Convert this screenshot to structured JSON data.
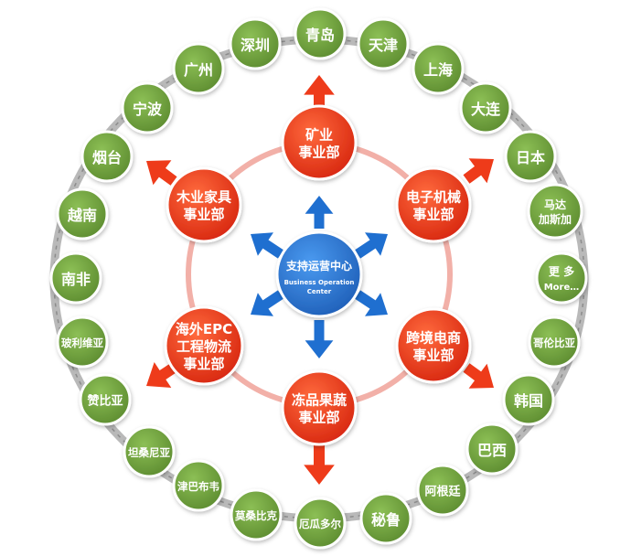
{
  "colors": {
    "city_fill": "#6b9a3a",
    "city_stroke": "#ffffff",
    "ring_chain": "#b9b9b9",
    "division_fill": "#e63a1c",
    "inner_ring": "#f2b0a8",
    "center_fill": "#2a78d2",
    "arrow_blue": "#1f6fd0",
    "arrow_red": "#ee3b1a"
  },
  "center": {
    "title": "支持运营中心",
    "subtitle_line1": "Business Operation",
    "subtitle_line2": "Center"
  },
  "divisions": [
    {
      "id": "mining",
      "line1": "矿业",
      "line2": "事业部"
    },
    {
      "id": "electronics",
      "line1": "电子机械",
      "line2": "事业部"
    },
    {
      "id": "ecommerce",
      "line1": "跨境电商",
      "line2": "事业部"
    },
    {
      "id": "frozen",
      "line1": "冻品果蔬",
      "line2": "事业部"
    },
    {
      "id": "epc",
      "line1": "海外EPC",
      "line2": "工程物流",
      "line3": "事业部"
    },
    {
      "id": "furniture",
      "line1": "木业家具",
      "line2": "事业部"
    }
  ],
  "cities": [
    {
      "label": "青岛"
    },
    {
      "label": "天津"
    },
    {
      "label": "上海"
    },
    {
      "label": "大连"
    },
    {
      "label": "日本"
    },
    {
      "label": "马达",
      "label2": "加斯加"
    },
    {
      "label": "更 多",
      "label2": "More…"
    },
    {
      "label": "哥伦比亚"
    },
    {
      "label": "韩国"
    },
    {
      "label": "巴西"
    },
    {
      "label": "阿根廷"
    },
    {
      "label": "秘鲁"
    },
    {
      "label": "厄瓜多尔"
    },
    {
      "label": "莫桑比克"
    },
    {
      "label": "津巴布韦"
    },
    {
      "label": "坦桑尼亚"
    },
    {
      "label": "赞比亚"
    },
    {
      "label": "玻利维亚"
    },
    {
      "label": "南非"
    },
    {
      "label": "越南"
    },
    {
      "label": "烟台"
    },
    {
      "label": "宁波"
    },
    {
      "label": "广州"
    },
    {
      "label": "深圳"
    }
  ]
}
